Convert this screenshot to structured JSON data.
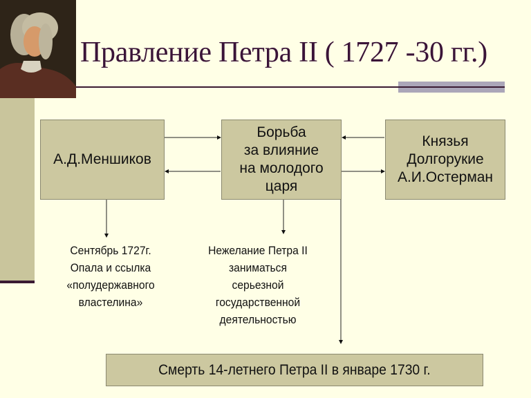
{
  "slide": {
    "title": "Правление Петра II ( 1727 -30 гг.)",
    "portrait": "portrait-of-peter-ii",
    "colors": {
      "background": "#FFFFE6",
      "box_fill": "#CCC8A0",
      "title": "#3A1438",
      "side_strip": "#C9C59C"
    }
  },
  "diagram": {
    "left_box": "А.Д.Меншиков",
    "center_box": [
      "Борьба",
      "за влияние",
      "на молодого",
      "царя"
    ],
    "right_box": [
      "Князья",
      "Долгорукие",
      "А.И.Остерман"
    ],
    "left_note": [
      "Сентябрь 1727г.",
      "Опала и ссылка",
      "«полудержавного",
      "властелина»"
    ],
    "center_note": [
      "Нежелание  Петра  II",
      "заниматься",
      "серьезной",
      "государственной",
      "деятельностью"
    ],
    "bottom_box": "Смерть 14-летнего Петра II  в январе 1730 г."
  }
}
